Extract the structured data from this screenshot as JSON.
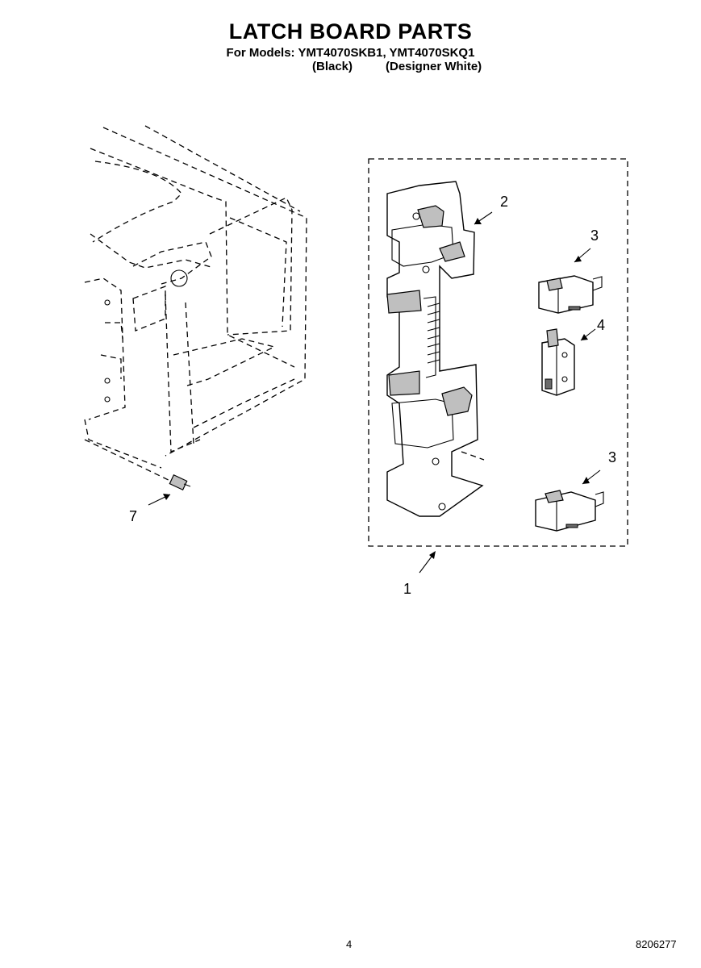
{
  "page": {
    "title": "LATCH BOARD PARTS",
    "models_line": "For Models: YMT4070SKB1, YMT4070SKQ1",
    "variant_black": "(Black)",
    "variant_white": "(Designer White)",
    "page_number": "4",
    "doc_number": "8206277"
  },
  "callouts": {
    "c1": "1",
    "c2": "2",
    "c3_top": "3",
    "c4": "4",
    "c3_bottom": "3",
    "c7": "7"
  }
}
